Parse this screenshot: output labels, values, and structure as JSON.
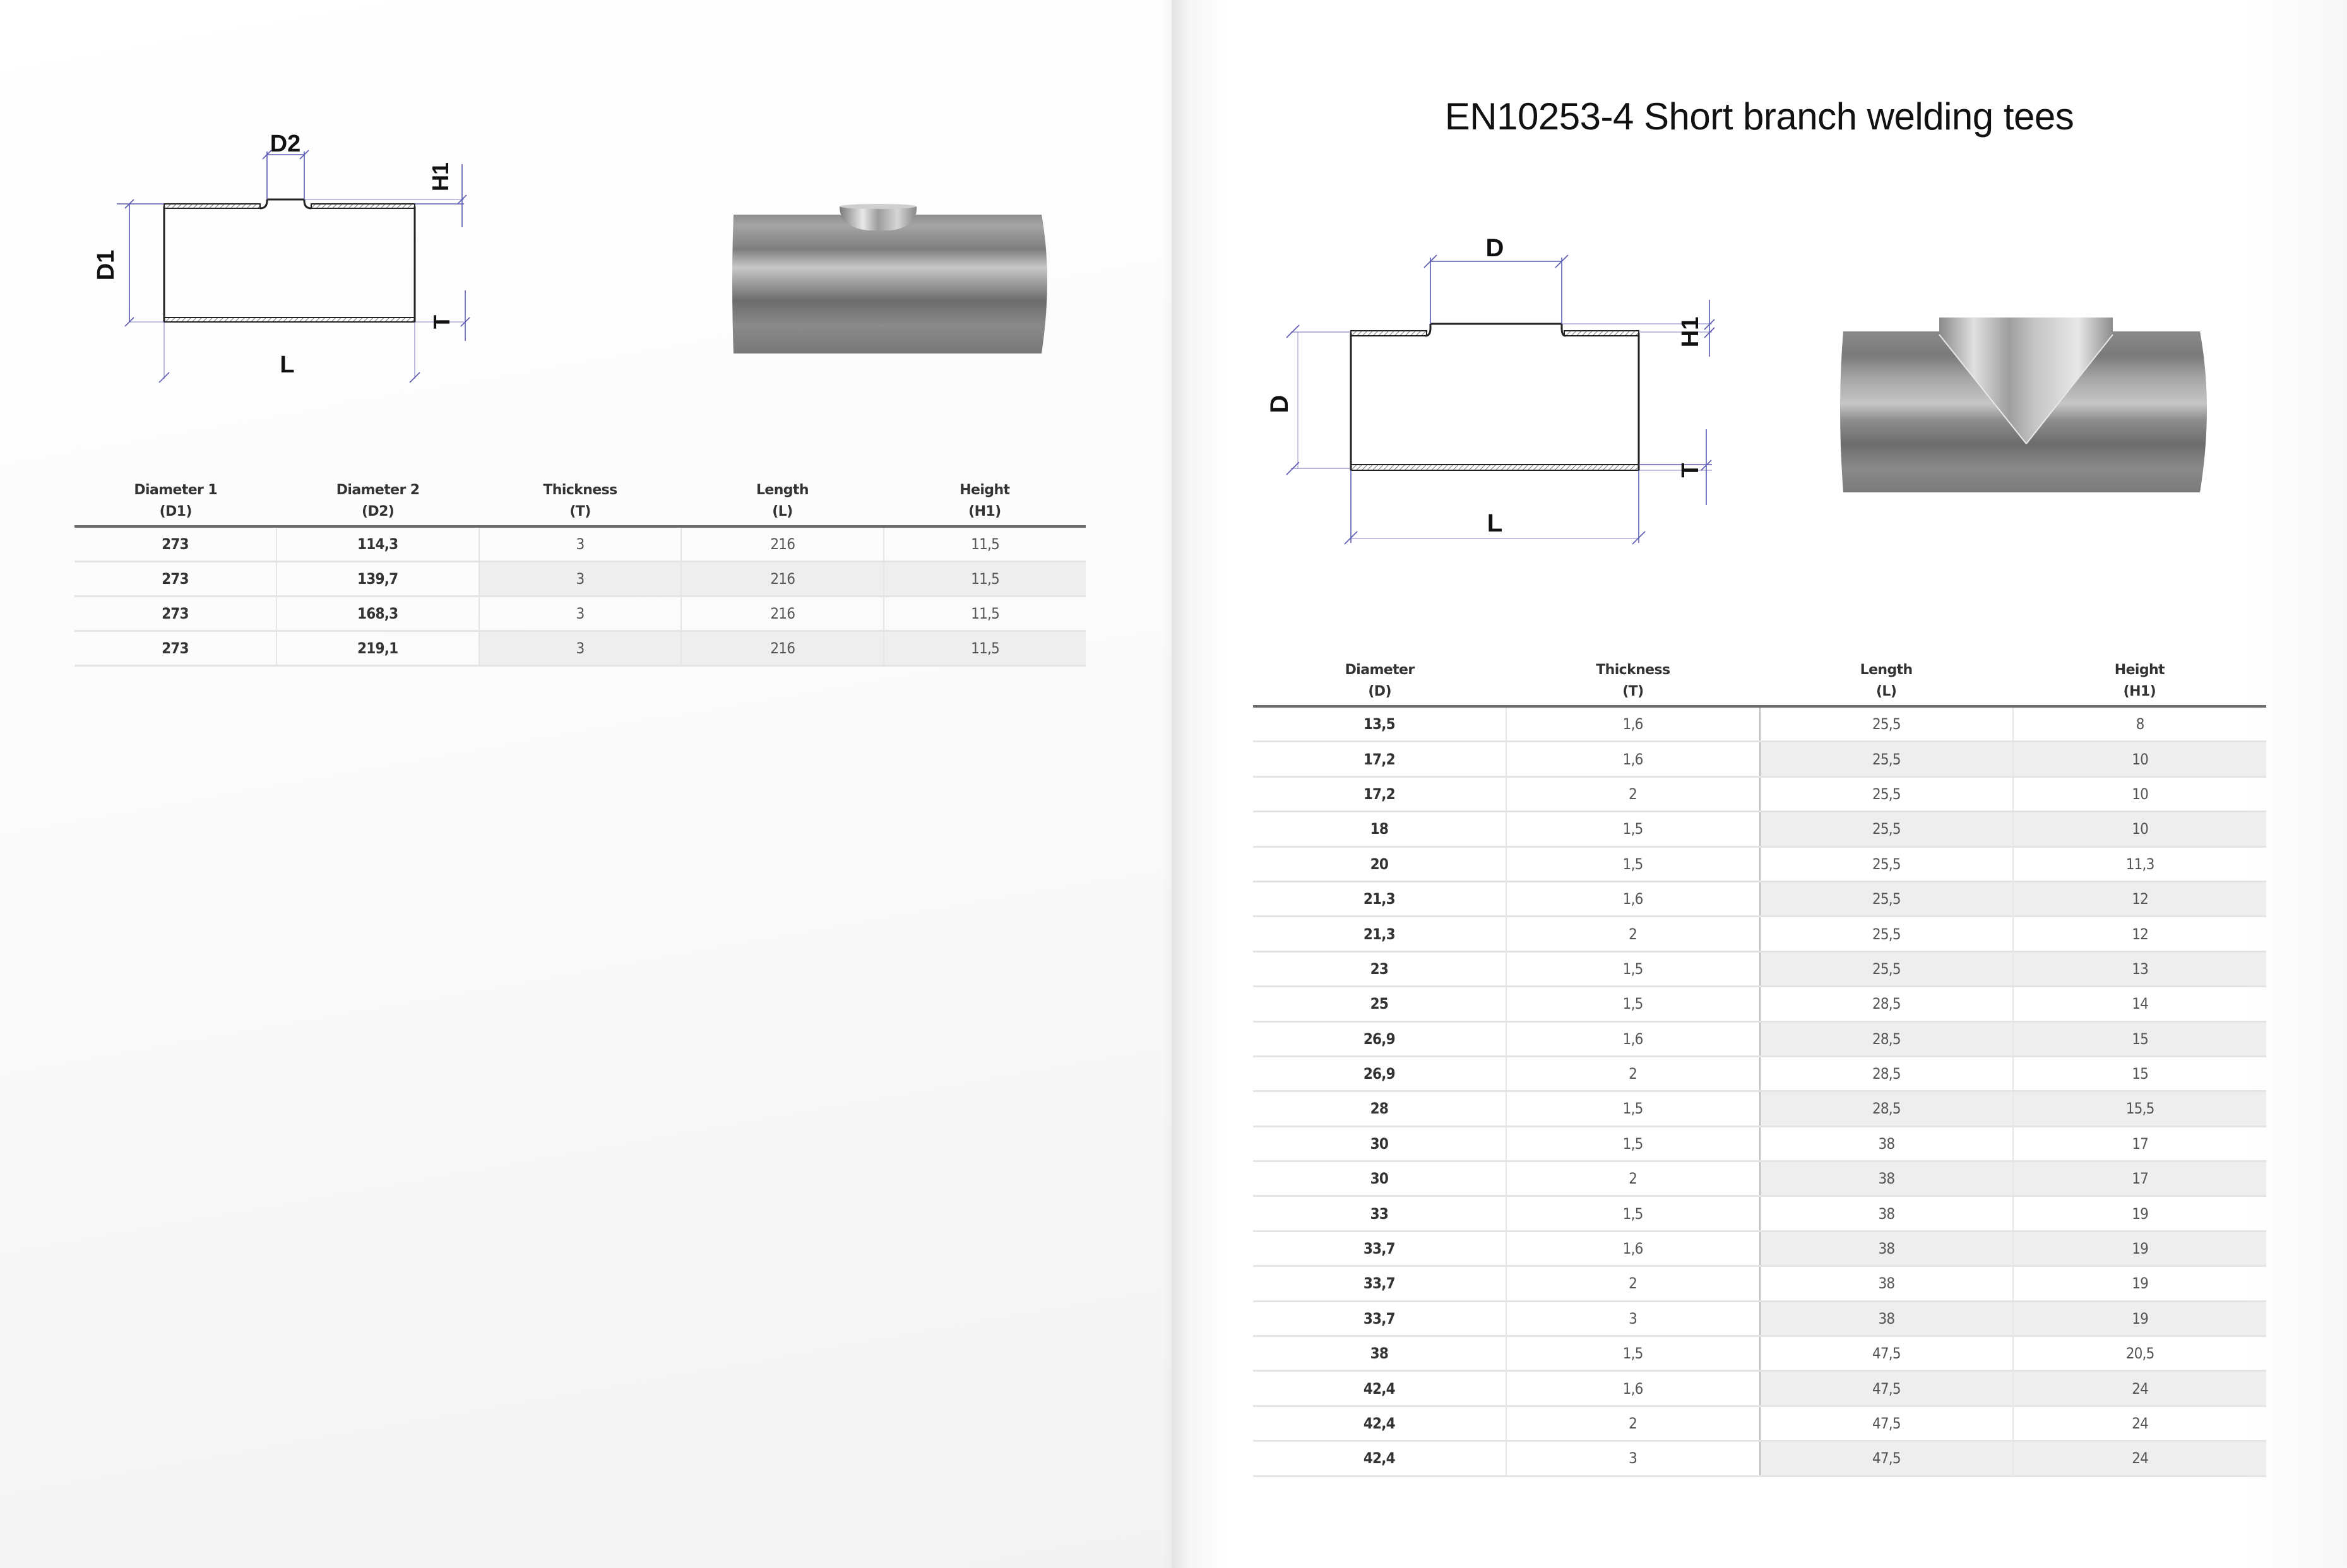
{
  "right_page": {
    "title": "EN10253-4 Short branch welding tees"
  },
  "left_diagram": {
    "labels": {
      "top": "D2",
      "left": "D1",
      "right_top": "H1",
      "right_bottom": "T",
      "bottom": "L"
    }
  },
  "right_diagram": {
    "labels": {
      "top": "D",
      "left": "D",
      "right_top": "H1",
      "right_bottom": "T",
      "bottom": "L"
    }
  },
  "left_table": {
    "headers": [
      {
        "name": "Diameter 1",
        "symbol": "(D1)"
      },
      {
        "name": "Diameter 2",
        "symbol": "(D2)"
      },
      {
        "name": "Thickness",
        "symbol": "(T)"
      },
      {
        "name": "Length",
        "symbol": "(L)"
      },
      {
        "name": "Height",
        "symbol": "(H1)"
      }
    ],
    "rows": [
      [
        "273",
        "114,3",
        "3",
        "216",
        "11,5"
      ],
      [
        "273",
        "139,7",
        "3",
        "216",
        "11,5"
      ],
      [
        "273",
        "168,3",
        "3",
        "216",
        "11,5"
      ],
      [
        "273",
        "219,1",
        "3",
        "216",
        "11,5"
      ]
    ]
  },
  "right_table": {
    "headers": [
      {
        "name": "Diameter",
        "symbol": "(D)"
      },
      {
        "name": "Thickness",
        "symbol": "(T)"
      },
      {
        "name": "Length",
        "symbol": "(L)"
      },
      {
        "name": "Height",
        "symbol": "(H1)"
      }
    ],
    "rows": [
      [
        "13,5",
        "1,6",
        "25,5",
        "8"
      ],
      [
        "17,2",
        "1,6",
        "25,5",
        "10"
      ],
      [
        "17,2",
        "2",
        "25,5",
        "10"
      ],
      [
        "18",
        "1,5",
        "25,5",
        "10"
      ],
      [
        "20",
        "1,5",
        "25,5",
        "11,3"
      ],
      [
        "21,3",
        "1,6",
        "25,5",
        "12"
      ],
      [
        "21,3",
        "2",
        "25,5",
        "12"
      ],
      [
        "23",
        "1,5",
        "25,5",
        "13"
      ],
      [
        "25",
        "1,5",
        "28,5",
        "14"
      ],
      [
        "26,9",
        "1,6",
        "28,5",
        "15"
      ],
      [
        "26,9",
        "2",
        "28,5",
        "15"
      ],
      [
        "28",
        "1,5",
        "28,5",
        "15,5"
      ],
      [
        "30",
        "1,5",
        "38",
        "17"
      ],
      [
        "30",
        "2",
        "38",
        "17"
      ],
      [
        "33",
        "1,5",
        "38",
        "19"
      ],
      [
        "33,7",
        "1,6",
        "38",
        "19"
      ],
      [
        "33,7",
        "2",
        "38",
        "19"
      ],
      [
        "33,7",
        "3",
        "38",
        "19"
      ],
      [
        "38",
        "1,5",
        "47,5",
        "20,5"
      ],
      [
        "42,4",
        "1,6",
        "47,5",
        "24"
      ],
      [
        "42,4",
        "2",
        "47,5",
        "24"
      ],
      [
        "42,4",
        "3",
        "47,5",
        "24"
      ]
    ]
  },
  "colors": {
    "dimension_line": "#5a5ab4",
    "header_rule": "#6a6a6a",
    "row_shade": "#eeeeee"
  }
}
